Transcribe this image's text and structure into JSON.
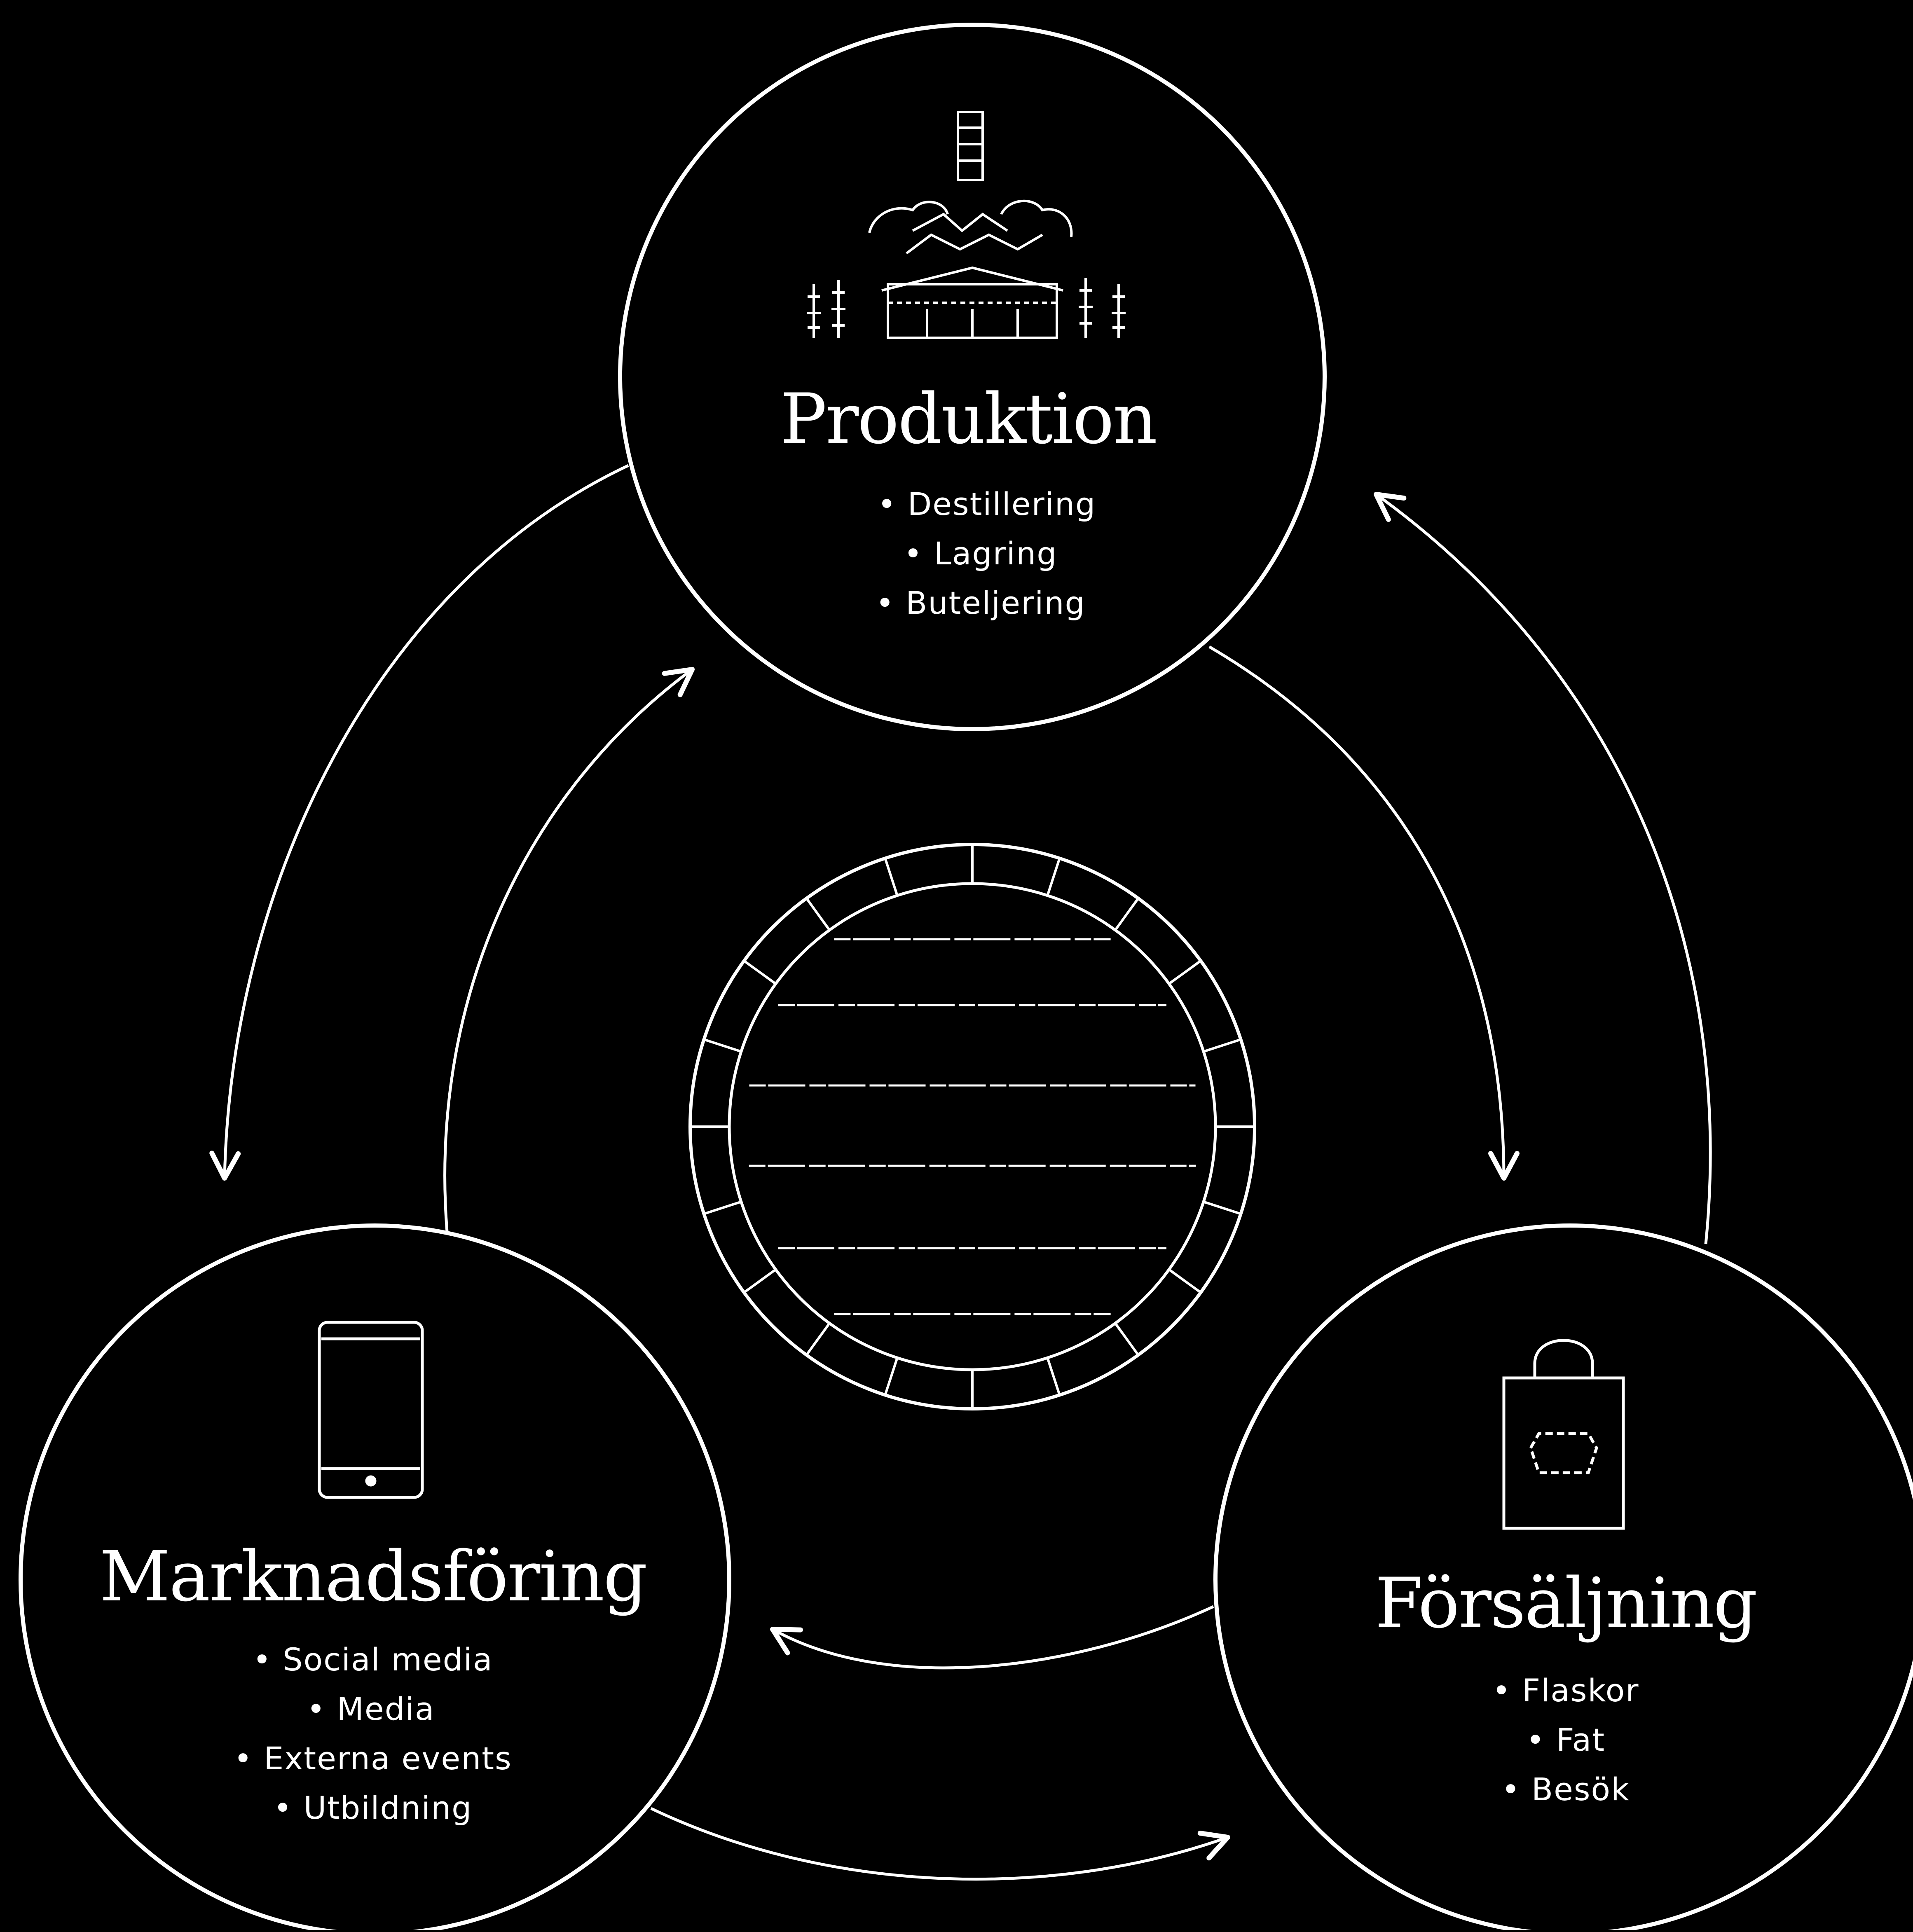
{
  "background_color": "#000000",
  "line_color": "#ffffff",
  "nodes": {
    "produktion": {
      "title": "Produktion",
      "items": [
        "Destillering",
        "Lagring",
        "Buteljering"
      ],
      "icon": "distillery-icon"
    },
    "forsaljning": {
      "title": "Försäljning",
      "items": [
        "Flaskor",
        "Fat",
        "Besök"
      ],
      "icon": "shopping-bag-icon"
    },
    "marknadsforing": {
      "title": "Marknadsföring",
      "items": [
        "Social media",
        "Media",
        "Externa events",
        "Utbildning"
      ],
      "icon": "smartphone-icon"
    }
  },
  "center": {
    "icon": "barrel-end-icon"
  },
  "bullet": "•"
}
